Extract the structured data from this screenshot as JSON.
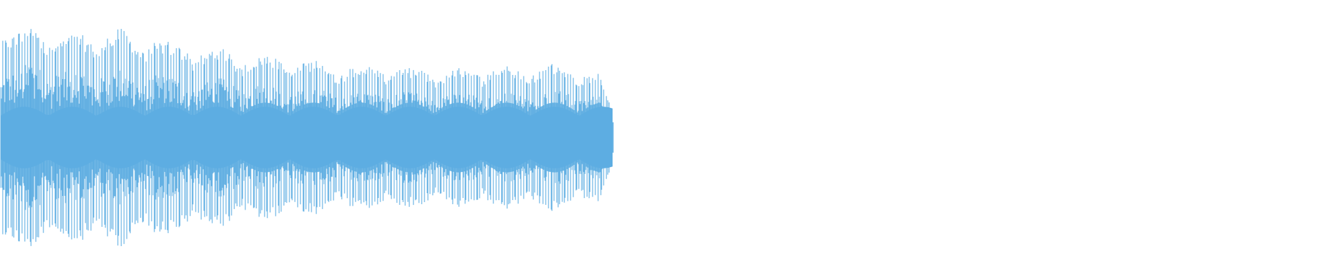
{
  "waveform": {
    "color": "#5DADE2",
    "background": "#FFFFFF",
    "progress": 0.464,
    "amplitude_envelope": [
      0.86,
      0.78,
      0.91,
      0.81,
      0.76,
      0.8,
      0.79,
      0.82,
      0.75,
      0.77,
      0.71,
      0.72,
      0.66,
      0.69,
      0.64,
      0.63,
      0.62,
      0.6,
      0.57,
      0.58,
      0.55,
      0.53,
      0.56,
      0.55,
      0.52,
      0.53,
      0.51,
      0.52,
      0.54,
      0.55,
      0.53,
      0.55,
      0.56,
      0.55,
      0.52,
      0.5,
      0.45
    ]
  }
}
